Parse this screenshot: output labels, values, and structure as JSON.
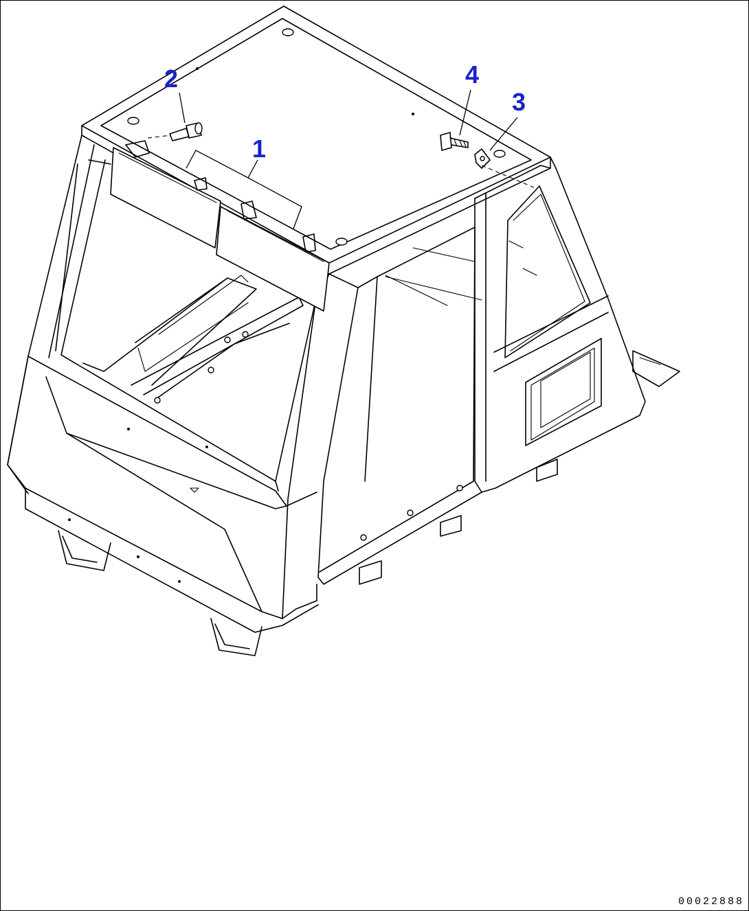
{
  "callouts": [
    {
      "id": "1",
      "label": "1"
    },
    {
      "id": "2",
      "label": "2"
    },
    {
      "id": "3",
      "label": "3"
    },
    {
      "id": "4",
      "label": "4"
    }
  ],
  "drawing_id": "00022888",
  "colors": {
    "callout": "#1a22cc",
    "line": "#000000",
    "background": "#ffffff"
  }
}
